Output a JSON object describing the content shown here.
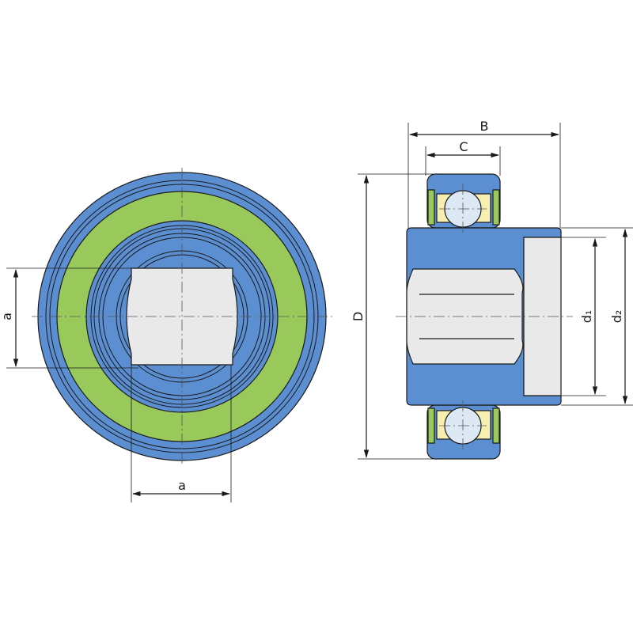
{
  "colors": {
    "housing": "#5b8fd2",
    "seal_ring": "#98c95a",
    "bore": "#e9e9e9",
    "ball": "#dce9f5",
    "cage": "#f6efb1",
    "outline": "#1a1a1a"
  },
  "labels": {
    "front_vertical_a": "a",
    "front_horizontal_a": "a",
    "width_B": "B",
    "width_C": "C",
    "outer_D": "D",
    "shaft_d1": "d₁",
    "shaft_d2": "d₂"
  }
}
